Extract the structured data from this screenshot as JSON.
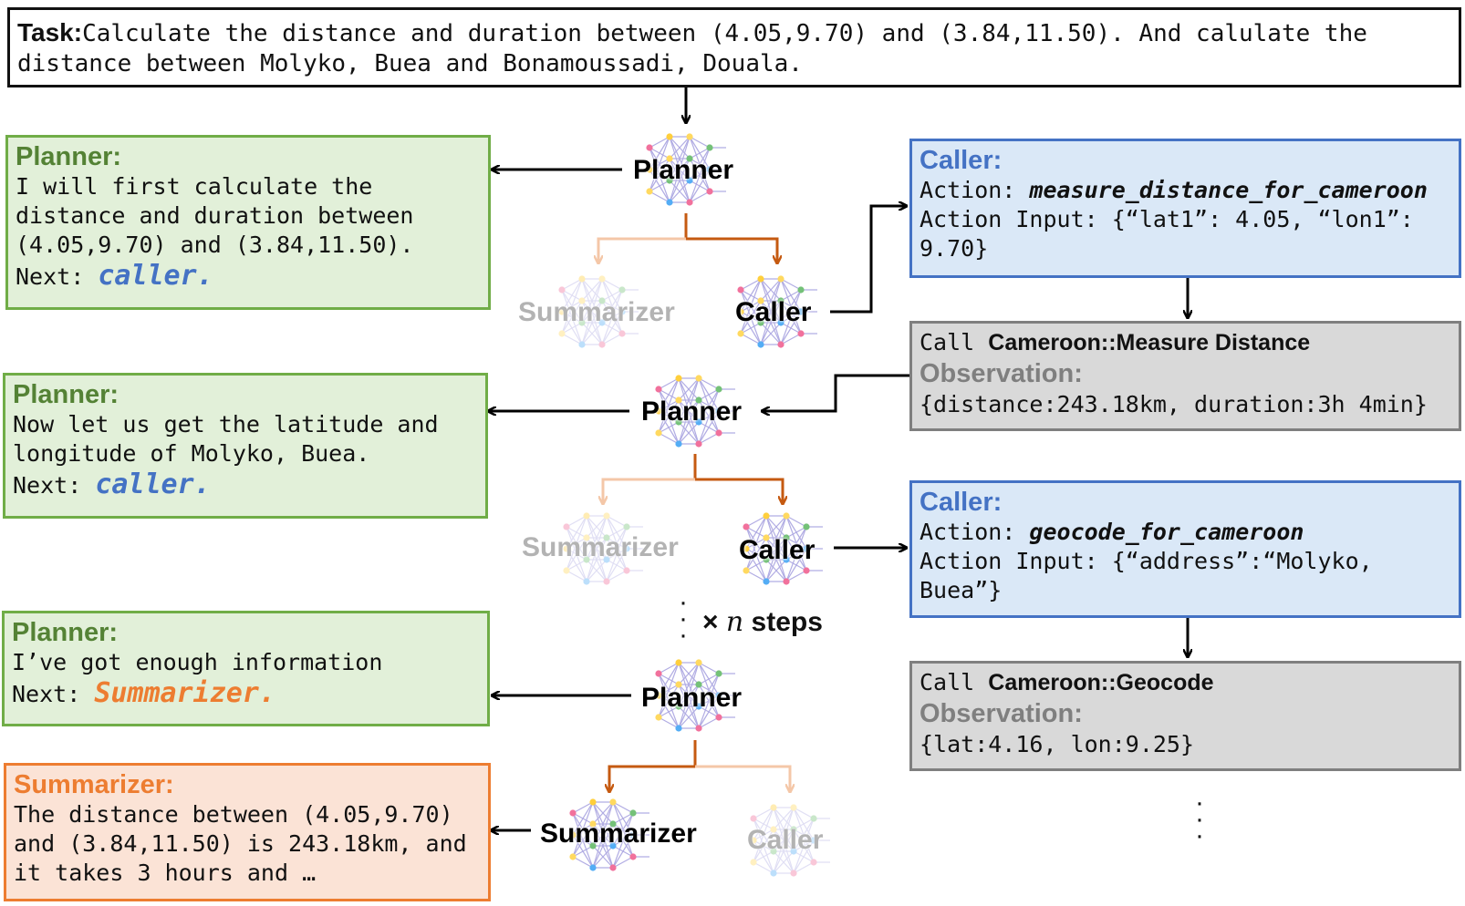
{
  "task": {
    "label": "Task:",
    "text_line1": "Calculate the distance and duration between (4.05,9.70) and (3.84,11.50). And calulate the",
    "text_line2": "distance between Molyko, Buea and Bonamoussadi, Douala."
  },
  "nodes": {
    "planner": "Planner",
    "caller": "Caller",
    "summarizer": "Summarizer"
  },
  "planner_boxes": [
    {
      "title": "Planner:",
      "lines": [
        "I will first calculate the",
        "distance and duration between",
        "(4.05,9.70) and (3.84,11.50)."
      ],
      "next_label": "Next: ",
      "next_value": "caller."
    },
    {
      "title": "Planner:",
      "lines": [
        "Now let us get the latitude and",
        "longitude of Molyko, Buea."
      ],
      "next_label": "Next: ",
      "next_value": "caller."
    },
    {
      "title": "Planner:",
      "lines": [
        "I’ve got enough information"
      ],
      "next_label": "Next: ",
      "next_value": "Summarizer."
    }
  ],
  "summarizer_box": {
    "title": "Summarizer:",
    "lines": [
      "The distance between (4.05,9.70)",
      "and (3.84,11.50) is 243.18km, and",
      "it takes 3 hours and …"
    ]
  },
  "caller_boxes": [
    {
      "title": "Caller:",
      "action_label": "Action: ",
      "action": "measure_distance_for_cameroon",
      "input_line1": "Action Input: {“lat1”: 4.05, “lon1”:",
      "input_line2": "9.70}"
    },
    {
      "title": "Caller:",
      "action_label": "Action: ",
      "action": "geocode_for_cameroon",
      "input_line1": "Action Input: {“address”:“Molyko,",
      "input_line2": "Buea”}"
    }
  ],
  "observation_boxes": [
    {
      "call_label": "Call ",
      "api": "Cameroon::Measure Distance",
      "obs_title": "Observation:",
      "result": "{distance:243.18km, duration:3h 4min}"
    },
    {
      "call_label": "Call ",
      "api": "Cameroon::Geocode",
      "obs_title": "Observation:",
      "result": "{lat:4.16, lon:9.25}"
    }
  ],
  "loop": {
    "prefix": "× ",
    "var": "n",
    "suffix": " steps"
  },
  "colors": {
    "planner_green": "#548235",
    "caller_blue": "#4472c4",
    "summarizer_orange": "#ed7d31",
    "branch_active": "#c55a11",
    "branch_faded": "#f4c7a8"
  }
}
